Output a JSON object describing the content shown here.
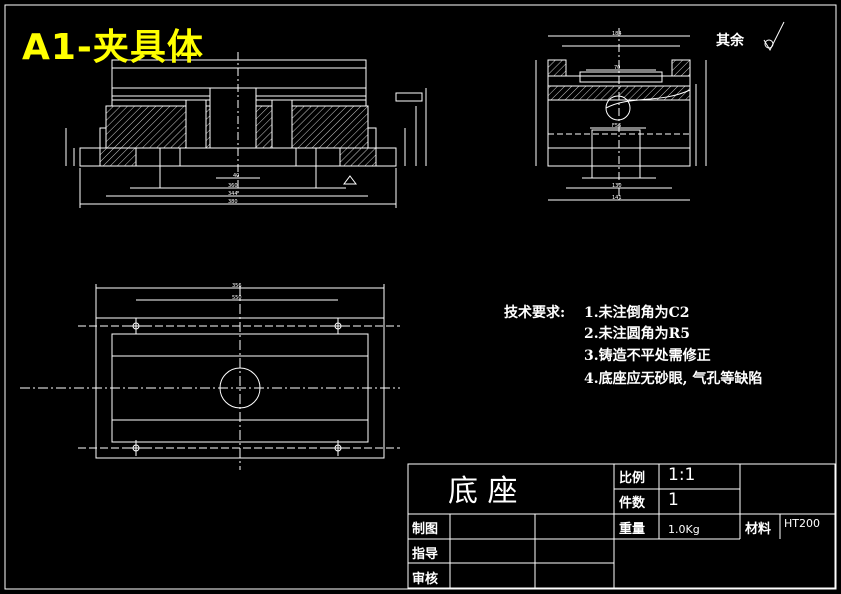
{
  "drawing_title": "A1-夹具体",
  "surface_note": {
    "label": "其余"
  },
  "technical_requirements": {
    "heading": "技术要求:",
    "items": [
      "1.未注倒角为C2",
      "2.未注圆角为R5",
      "3.铸造不平处需修正",
      "4.底座应无砂眼, 气孔等缺陷"
    ]
  },
  "title_block": {
    "part_name": "底  座",
    "scale_label": "比例",
    "scale_value": "1:1",
    "quantity_label": "件数",
    "quantity_value": "1",
    "drawn_label": "制图",
    "guide_label": "指导",
    "review_label": "审核",
    "weight_label": "重量",
    "weight_value": "1.0Kg",
    "material_label": "材料",
    "material_value": "HT200"
  },
  "dimensions": {
    "front_a": "360",
    "front_b": "344",
    "front_c": "380",
    "front_d": "40",
    "side_a": "184",
    "side_b": "70",
    "side_c": "F56",
    "side_d": "130",
    "side_e": "141",
    "plan_a": "356",
    "plan_b": "550"
  }
}
